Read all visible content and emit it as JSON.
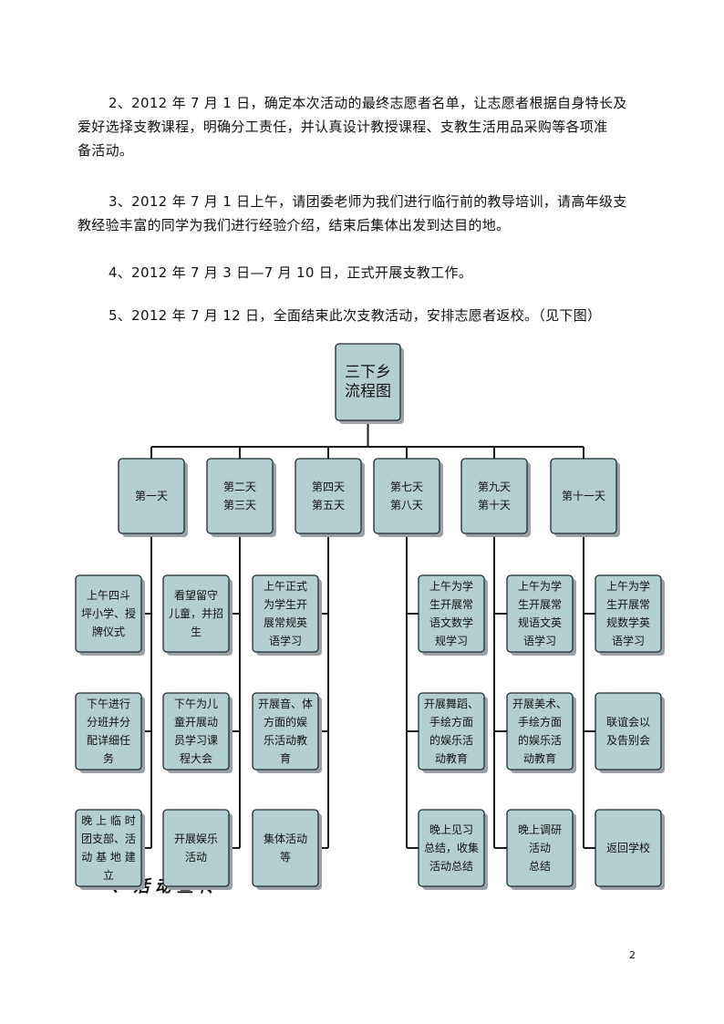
{
  "paragraphs": {
    "p2": {
      "line1": "2、2012 年 7 月 1 日，确定本次活动的最终志愿者名单，让志愿者根据自身特长及",
      "line2": "爱好选择支教课程，明确分工责任，并认真设计教授课程、支教生活用品采购等各项准",
      "line3": "备活动。"
    },
    "p3": {
      "line1": "3、2012 年 7 月 1 日上午，请团委老师为我们进行临行前的教导培训，请高年级支",
      "line2": "教经验丰富的同学为我们进行经验介绍，结束后集体出发到达目的地。"
    },
    "p4": {
      "line1": "4、2012 年 7 月 3 日—7 月 10 日，正式开展支教工作。"
    },
    "p5": {
      "line1": "5、2012 年 7 月 12 日，全面结束此次支教活动，安排志愿者返校。（见下图）"
    }
  },
  "flowchart": {
    "root": [
      "三下乡",
      "流程图"
    ],
    "columns": [
      {
        "header": [
          "第一天"
        ],
        "items": [
          [
            "上午四斗",
            "坪小学、授",
            "牌仪式"
          ],
          [
            "下午进行",
            "分班并分",
            "配详细任",
            "务"
          ],
          [
            "晚 上 临 时",
            "团支部、活",
            "动 基 地 建",
            "立"
          ]
        ]
      },
      {
        "header": [
          "第二天",
          "第三天"
        ],
        "items": [
          [
            "看望留守",
            "儿童，并招",
            "生"
          ],
          [
            "下午为儿",
            "童开展动",
            "员学习课",
            "程大会"
          ],
          [
            "开展娱乐",
            "活动"
          ]
        ]
      },
      {
        "header": [
          "第四天",
          "第五天"
        ],
        "items": [
          [
            "上午正式",
            "为学生开",
            "展常规英",
            "语学习"
          ],
          [
            "开展音、体",
            "方面的娱",
            "乐活动教",
            "育"
          ],
          [
            "集体活动",
            "等"
          ]
        ]
      },
      {
        "header": [
          "第七天",
          "第八天"
        ],
        "items": [
          [
            "上午为学",
            "生开展常",
            "语文数学",
            "规学习"
          ],
          [
            "开展舞蹈、",
            "手绘方面",
            "的娱乐活",
            "动教育"
          ],
          [
            "晚上见习",
            "总结，收集",
            "活动总结"
          ]
        ]
      },
      {
        "header": [
          "第九天",
          "第十天"
        ],
        "items": [
          [
            "上午为学",
            "生开展常",
            "规语文英",
            "语学习"
          ],
          [
            "开展美术、",
            "手绘方面",
            "的娱乐活",
            "动教育"
          ],
          [
            "晚上调研",
            "活动",
            "总结"
          ]
        ]
      },
      {
        "header": [
          "第十一天"
        ],
        "items": [
          [
            "上午为学",
            "生开展常",
            "规数学英",
            "语学习"
          ],
          [
            "联谊会以",
            "及告别会"
          ],
          [
            "返回学校"
          ]
        ]
      }
    ]
  },
  "section_heading": "一、活动宣传",
  "page_number": "2"
}
